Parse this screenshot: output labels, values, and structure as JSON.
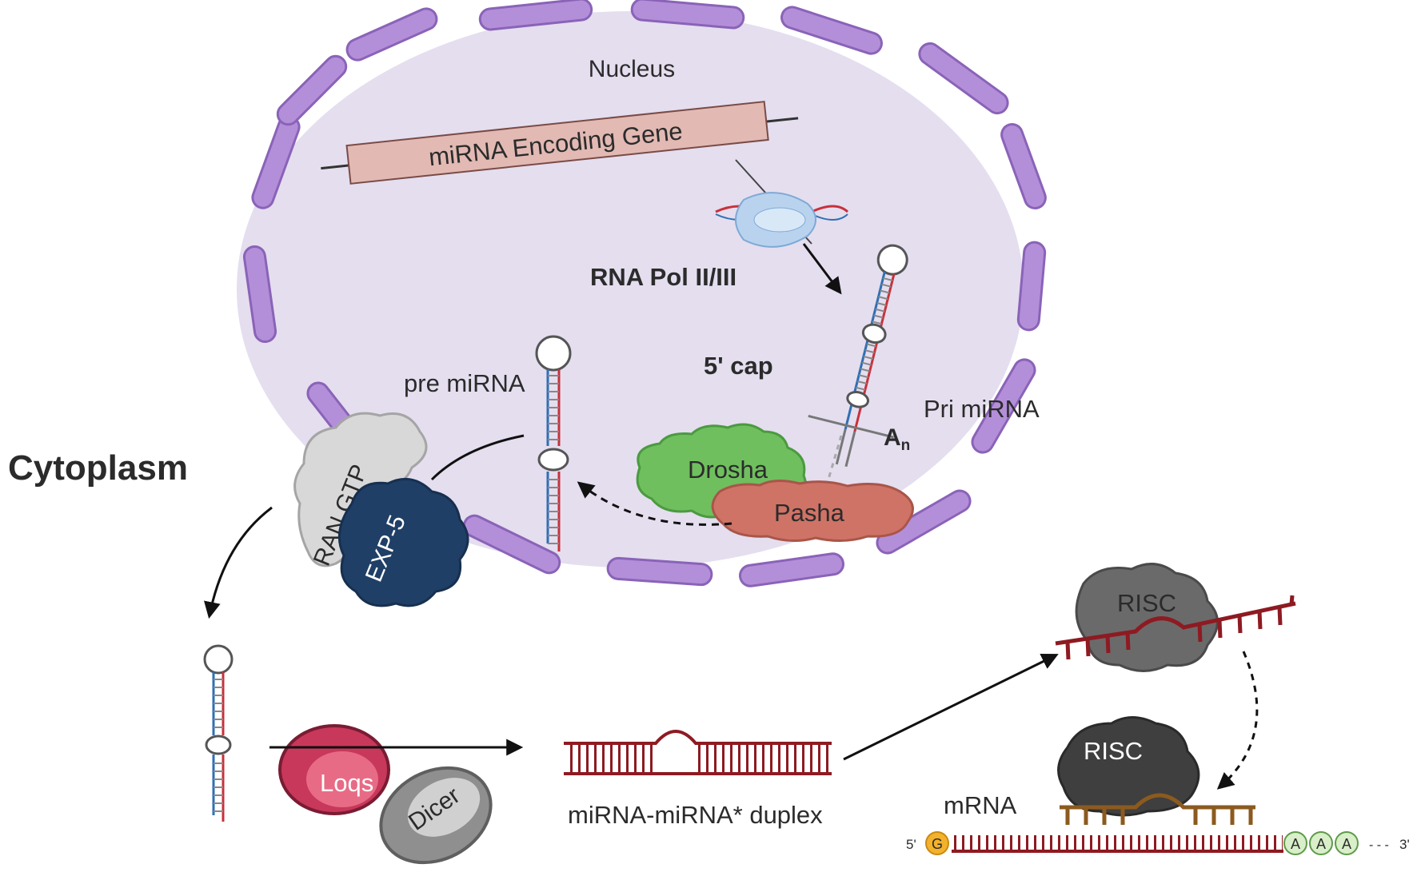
{
  "labels": {
    "nucleus": "Nucleus",
    "gene": "miRNA Encoding Gene",
    "rna_pol": "RNA Pol II/III",
    "five_cap": "5' cap",
    "pri_mirna": "Pri miRNA",
    "a_n_base": "A",
    "a_n_sub": "n",
    "pre_mirna": "pre miRNA",
    "drosha": "Drosha",
    "pasha": "Pasha",
    "cytoplasm": "Cytoplasm",
    "ran_gtp": "RAN GTP",
    "exp5": "EXP-5",
    "loqs": "Loqs",
    "dicer": "Dicer",
    "duplex": "miRNA-miRNA* duplex",
    "risc_top": "RISC",
    "risc_bottom": "RISC",
    "mrna": "mRNA",
    "five_prime": "5'",
    "three_prime": "3'",
    "g_cap": "G",
    "poly_a": [
      "A",
      "A",
      "A"
    ],
    "dashes": "- - -"
  },
  "colors": {
    "nucleus_fill": "#e4deef",
    "envelope": "#b48fd9",
    "envelope_stroke": "#8a63b8",
    "gene_fill": "#e2b9b3",
    "strand_red": "#c8313a",
    "strand_blue": "#2f6fb4",
    "dark_red": "#8e1a22",
    "drosha": "#6fbf5e",
    "pasha": "#cf7366",
    "ran": "#d8d8d8",
    "exp5": "#1f3f66",
    "loqs": "#c8385a",
    "dicer": "#8f8f8f",
    "risc": "#5a5a5a",
    "mrna_brown": "#8c5a1f",
    "cap_orange": "#f4b12c",
    "polya_green": "#d8efc9"
  }
}
